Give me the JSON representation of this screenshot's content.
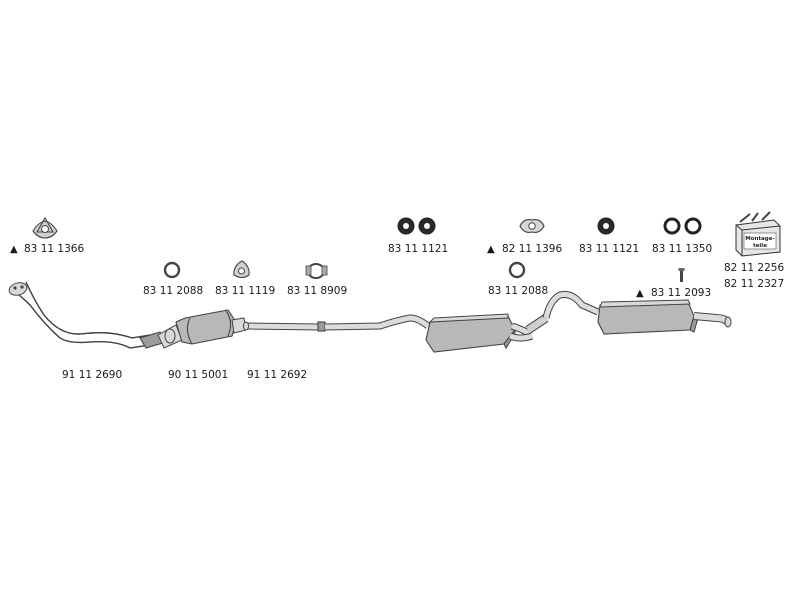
{
  "parts": {
    "flange_gasket": "83 11 1366",
    "front_pipe": "91 11 2690",
    "ring_gasket_a": "83 11 2088",
    "catalytic_converter": "90 11 5001",
    "gasket_3hole": "83 11 1119",
    "middle_pipe": "91 11 2692",
    "clamp": "83 11 8909",
    "rubber_hanger_pair_a": "83 11 1121",
    "flange_gasket_b": "82 11 1396",
    "ring_gasket_b": "83 11 2088",
    "rubber_hanger_pair_b": "83 11 1121",
    "rubber_ring_pair": "83 11 1350",
    "bracket": "83 11 2093",
    "mounting_kit_a": "82 11 2256",
    "mounting_kit_b": "82 11 2327"
  },
  "markers": {
    "triangle": "▲"
  },
  "kit_box": {
    "label": "Montage-teile"
  }
}
